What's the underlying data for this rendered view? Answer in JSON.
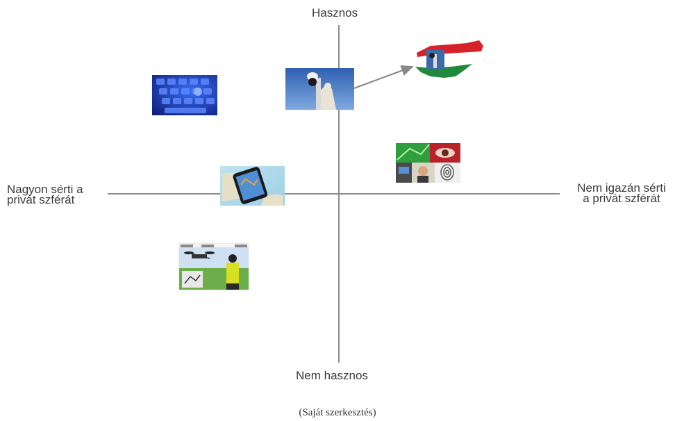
{
  "axes": {
    "top": "Hasznos",
    "bottom": "Nem hasznos",
    "left": [
      "Nagyon sérti a",
      "privát szférát"
    ],
    "right": [
      "Nem igazán sérti",
      "a privát szférát"
    ]
  },
  "caption": "(Saját szerkesztés)",
  "items": [
    {
      "name": "keyboard-image",
      "depicts": "blue keyboard"
    },
    {
      "name": "cctv-camera-image",
      "depicts": "surveillance camera on a pole"
    },
    {
      "name": "hungary-map-image",
      "depicts": "Hungary shaped flag with camera"
    },
    {
      "name": "biometrics-image",
      "depicts": "eye, face and fingerprint collage"
    },
    {
      "name": "smartphone-map-image",
      "depicts": "smartphone with map"
    },
    {
      "name": "drone-image",
      "depicts": "drone and operator"
    }
  ]
}
